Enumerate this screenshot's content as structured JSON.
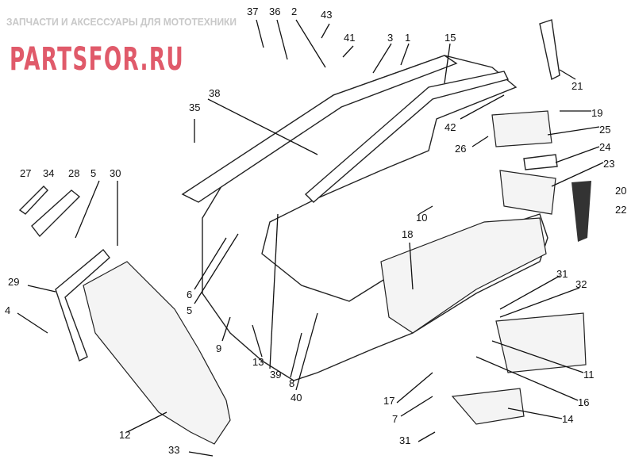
{
  "labels": [
    "37",
    "36",
    "2",
    "43",
    "41",
    "3",
    "1",
    "15",
    "21",
    "19",
    "25",
    "42",
    "26",
    "24",
    "23",
    "20",
    "22",
    "38",
    "35",
    "10",
    "18",
    "27",
    "34",
    "28",
    "5",
    "30",
    "29",
    "4",
    "6",
    "5",
    "9",
    "13",
    "39",
    "8",
    "40",
    "31",
    "32",
    "11",
    "17",
    "7",
    "16",
    "14",
    "31",
    "12",
    "33"
  ],
  "watermark": {
    "tagline": "ЗАПЧАСТИ И АКСЕССУАРЫ ДЛЯ МОТОТЕХНИКИ",
    "logo": "PARTSFOR.RU"
  }
}
